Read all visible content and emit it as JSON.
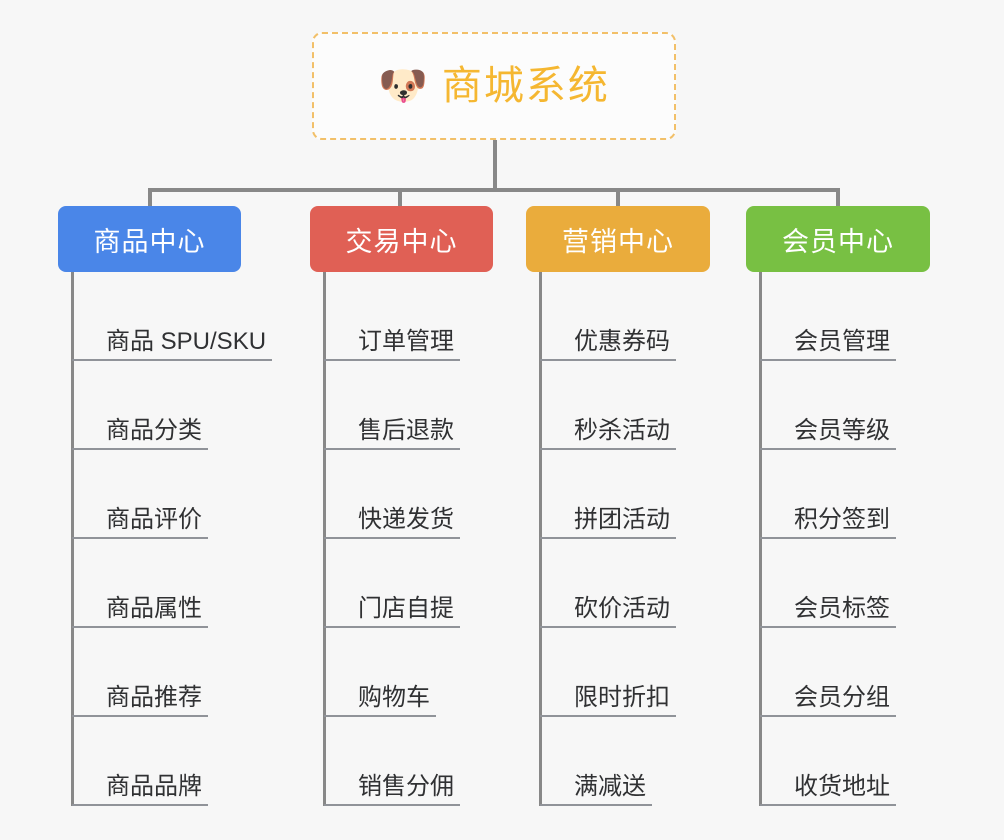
{
  "root": {
    "icon": "dog-face-icon",
    "icon_glyph": "🐶",
    "title": "商城系统",
    "title_color": "#f5b731",
    "border_color": "#f2c069"
  },
  "branches": [
    {
      "id": "product-center",
      "label": "商品中心",
      "color": "#4a86e8",
      "items": [
        "商品 SPU/SKU",
        "商品分类",
        "商品评价",
        "商品属性",
        "商品推荐",
        "商品品牌"
      ]
    },
    {
      "id": "trade-center",
      "label": "交易中心",
      "color": "#e06055",
      "items": [
        "订单管理",
        "售后退款",
        "快递发货",
        "门店自提",
        "购物车",
        "销售分佣"
      ]
    },
    {
      "id": "marketing-center",
      "label": "营销中心",
      "color": "#eaac3c",
      "items": [
        "优惠券码",
        "秒杀活动",
        "拼团活动",
        "砍价活动",
        "限时折扣",
        "满减送"
      ]
    },
    {
      "id": "member-center",
      "label": "会员中心",
      "color": "#78c043",
      "items": [
        "会员管理",
        "会员等级",
        "积分签到",
        "会员标签",
        "会员分组",
        "收货地址"
      ]
    }
  ],
  "theme": {
    "background": "#f7f7f7",
    "connector_color": "#888888",
    "leaf_text_color": "#303133",
    "leaf_underline_color": "#909399"
  }
}
